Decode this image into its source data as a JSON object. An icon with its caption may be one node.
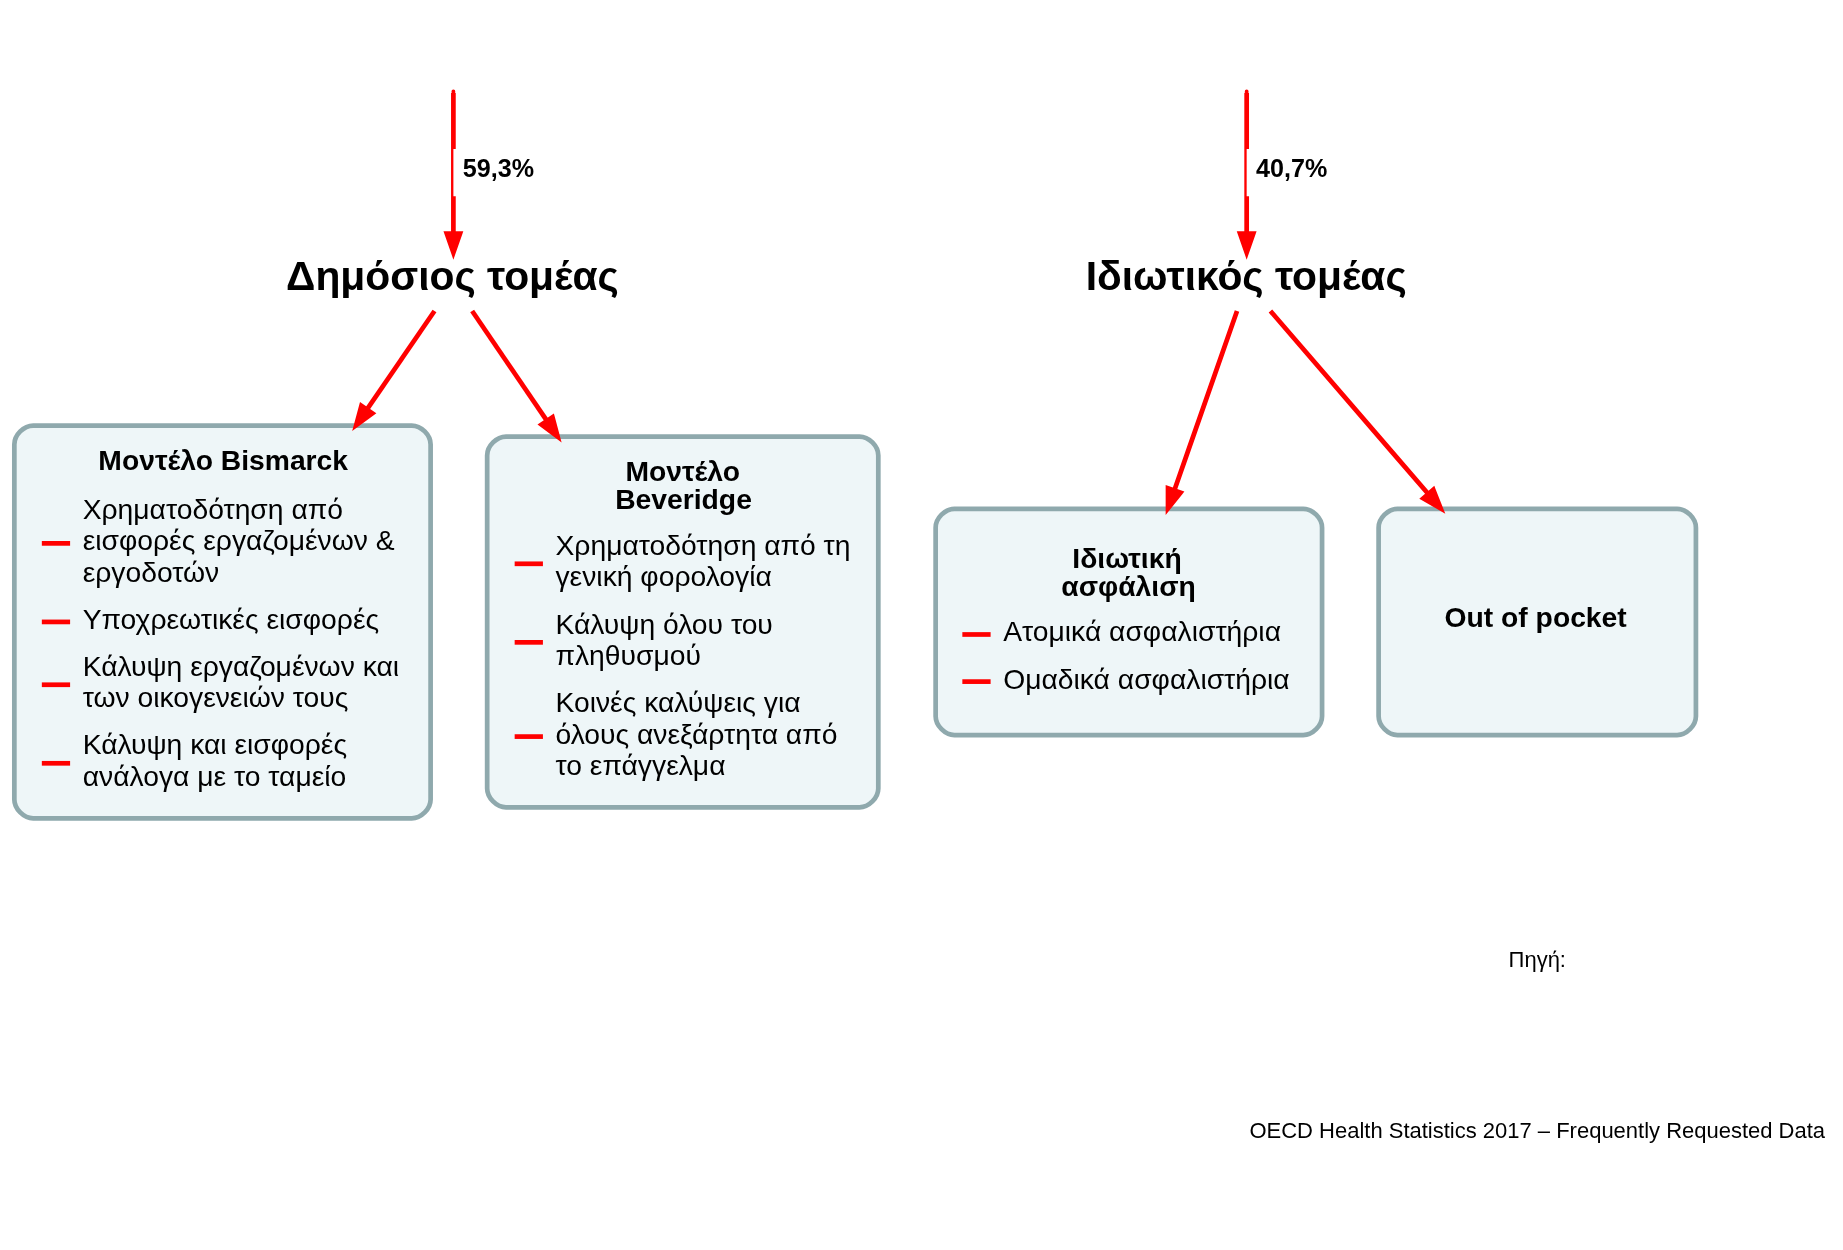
{
  "diagram": {
    "nodes": [
      {
        "text": [
          "Δημόσιος τομέας"
        ]
      },
      {
        "text": [
          "Ιδιωτικός τομέας"
        ]
      },
      {
        "text": [
          "Μοντέλο Bismarck",
          "Χρηματοδότηση από εισφορές εργαζομένων & εργοδοτών",
          "Υποχρεωτικές εισφορές",
          "Κάλυψη εργαζομένων και των οικογενειών τους",
          "Κάλυψη και εισφορές ανάλογα με το ταμείο"
        ]
      },
      {
        "text": [
          "Μοντέλο Beveridge",
          "Χρηματοδότηση από τη γενική φορολογία",
          "Κάλυψη όλου του πληθυσμού",
          "Κοινές καλύψεις για όλους ανεξάρτητα από το επάγγελμα"
        ]
      },
      {
        "text": [
          "Ιδιωτική ασφάλιση",
          "Ατομικά ασφαλιστήρια",
          "Ομαδικά ασφαλιστήρια"
        ]
      },
      {
        "text": [
          "Out of pocket"
        ]
      }
    ],
    "edges": [
      {
        "from": null,
        "to": 0,
        "arrow": "to",
        "label": "59,3%"
      },
      {
        "from": null,
        "to": 1,
        "arrow": "to",
        "label": "40,7%"
      },
      {
        "from": 0,
        "to": 2,
        "arrow": "to"
      },
      {
        "from": 0,
        "to": 3,
        "arrow": "to"
      },
      {
        "from": 1,
        "to": 4,
        "arrow": "to"
      },
      {
        "from": 1,
        "to": 5,
        "arrow": "to"
      }
    ],
    "labels": [
      "Πηγή:",
      "OECD Health Statistics 2017 – Frequently Requested Data"
    ]
  }
}
